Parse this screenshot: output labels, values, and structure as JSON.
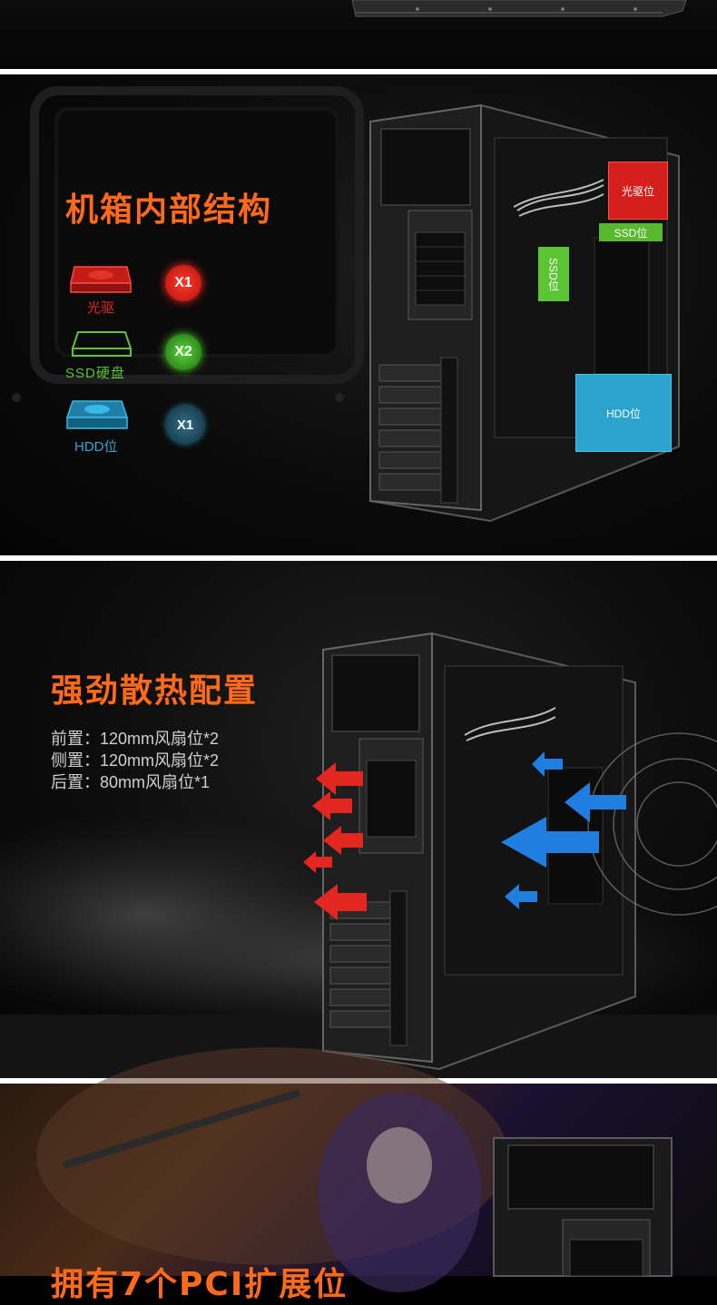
{
  "internal": {
    "title": "机箱内部结构",
    "legend": [
      {
        "label": "光驱",
        "count": "X1",
        "color": "#e3261f",
        "icon": "optical-drive-icon"
      },
      {
        "label": "SSD硬盘",
        "count": "X2",
        "color": "#5bc534",
        "icon": "ssd-icon"
      },
      {
        "label": "HDD位",
        "count": "X1",
        "color": "#2ea8d9",
        "icon": "hdd-icon"
      }
    ],
    "slots": {
      "optical": "光驱位",
      "ssd_bottom": "SSD位",
      "ssd_side": "SSD位",
      "hdd": "HDD位"
    }
  },
  "cooling": {
    "title": "强劲散热配置",
    "specs": [
      "前置：120mm风扇位*2",
      "侧置：120mm风扇位*2",
      "后置：80mm风扇位*1"
    ]
  },
  "pci": {
    "title": "拥有7个PCI扩展位"
  }
}
